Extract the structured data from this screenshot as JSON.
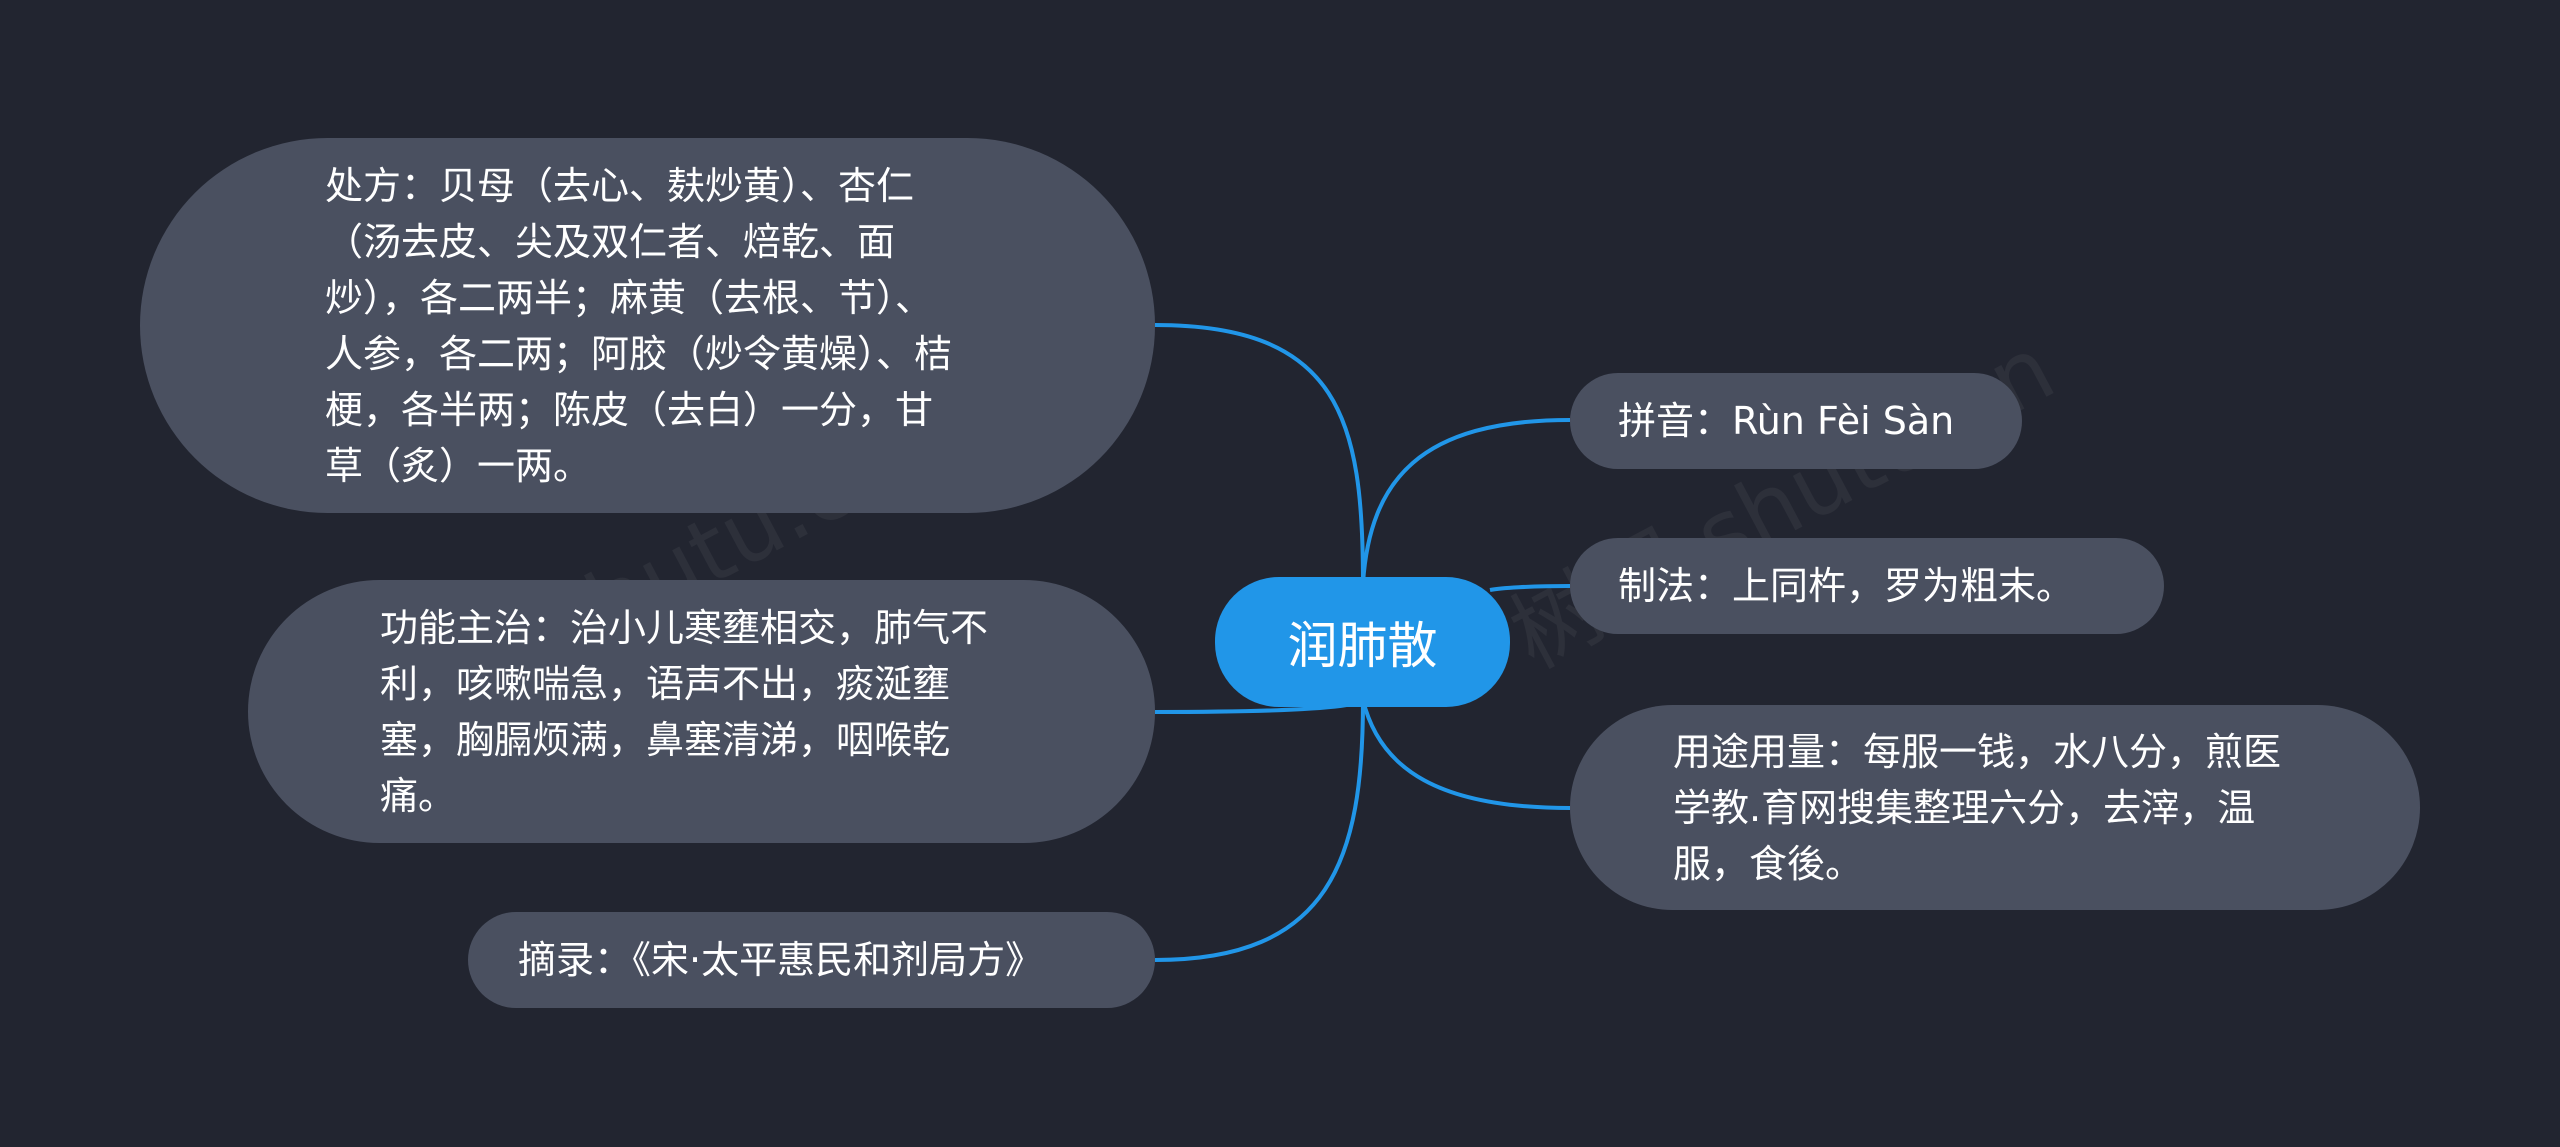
{
  "root": {
    "label": "润肺散"
  },
  "branches": {
    "prescription": "处方：贝母（去心、麸炒黄）、杏仁（汤去皮、尖及双仁者、焙乾、面炒），各二两半；麻黄（去根、节）、人参，各二两；阿胶（炒令黄燥）、桔梗，各半两；陈皮（去白）一分，甘草（炙）一两。",
    "indications": "功能主治：治小儿寒壅相交，肺气不利，咳嗽喘急，语声不出，痰涎壅塞，胸膈烦满，鼻塞清涕，咽喉乾痛。",
    "source": "摘录：《宋·太平惠民和剂局方》",
    "pinyin": "拼音：Rùn Fèi Sàn",
    "preparation": "制法：上同杵，罗为粗末。",
    "usage": "用途用量：每服一钱，水八分，煎医学教.育网搜集整理六分，去滓，温服，食後。"
  },
  "colors": {
    "background": "#222530",
    "node": "#4a5060",
    "root": "#2196e8",
    "link": "#2196e8",
    "text": "#ffffff"
  }
}
